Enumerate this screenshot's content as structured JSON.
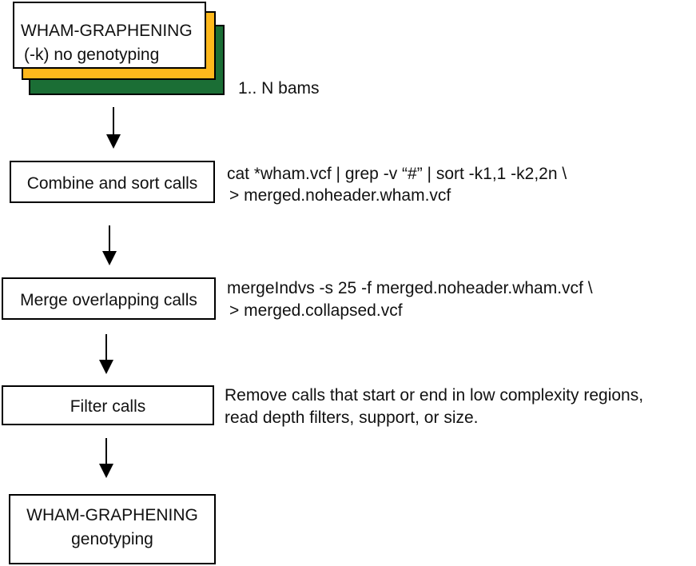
{
  "steps": {
    "call_step": {
      "title": "WHAM-GRAPHENING",
      "subtitle": "(-k) no genotyping",
      "stack_label": "1.. N bams",
      "stack_colors": [
        "#ffb81c",
        "#1b6e35"
      ]
    },
    "combine": {
      "label": "Combine and sort calls",
      "command_line1": "cat *wham.vcf | grep -v “#” | sort -k1,1 -k2,2n \\",
      "command_line2": "> merged.noheader.wham.vcf"
    },
    "merge": {
      "label": "Merge overlapping calls",
      "command_line1": "mergeIndvs -s 25 -f  merged.noheader.wham.vcf \\",
      "command_line2": "> merged.collapsed.vcf"
    },
    "filter": {
      "label": "Filter calls",
      "description_line1": "Remove calls that start or  end in low complexity regions,",
      "description_line2": "read depth filters, support, or size."
    },
    "genotype": {
      "title": "WHAM-GRAPHENING",
      "subtitle": "genotyping"
    }
  }
}
